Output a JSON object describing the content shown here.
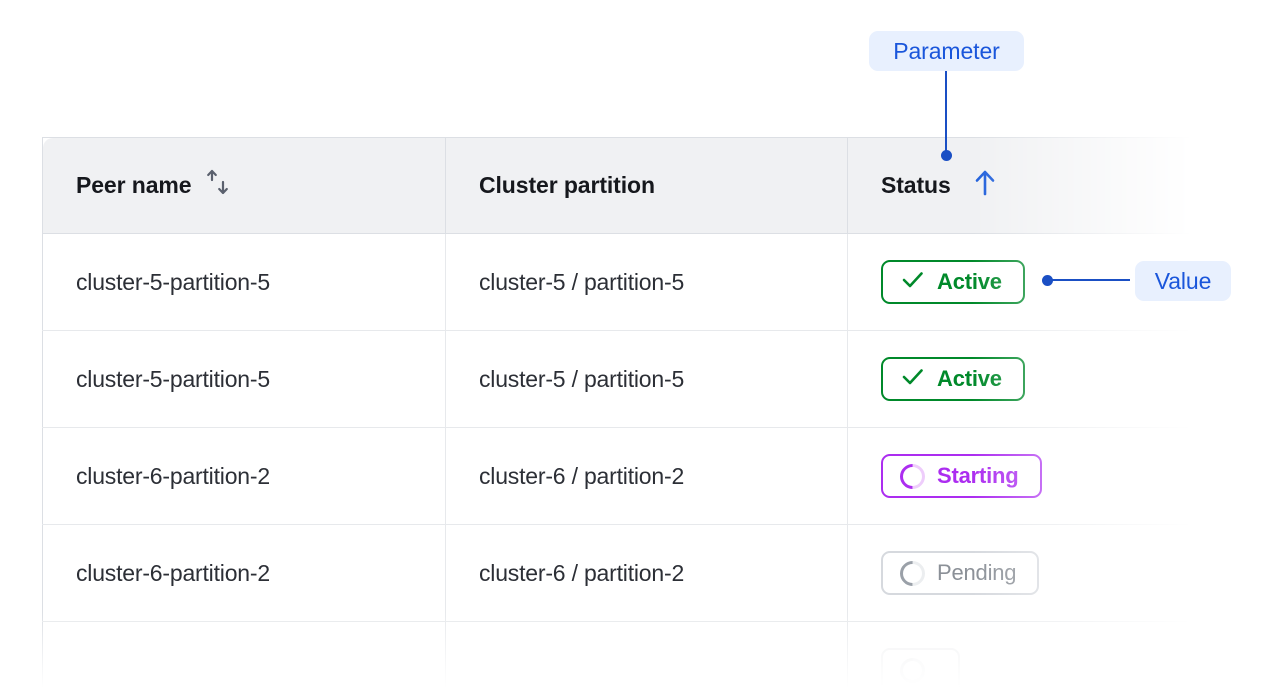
{
  "table": {
    "columns": [
      {
        "label": "Peer name",
        "sort_icon": "sort-updown-icon",
        "sort_state": "none"
      },
      {
        "label": "Cluster partition",
        "sort_icon": null,
        "sort_state": "none"
      },
      {
        "label": "Status",
        "sort_icon": "arrow-up-icon",
        "sort_state": "ascending"
      }
    ],
    "rows": [
      {
        "peer_name": "cluster-5-partition-5",
        "cluster_partition": "cluster-5 / partition-5",
        "status": "Active",
        "status_icon": "check-icon",
        "status_variant": "active",
        "dimmed": false
      },
      {
        "peer_name": "cluster-5-partition-5",
        "cluster_partition": "cluster-5 / partition-5",
        "status": "Active",
        "status_icon": "check-icon",
        "status_variant": "active",
        "dimmed": false
      },
      {
        "peer_name": "cluster-6-partition-2",
        "cluster_partition": "cluster-6 / partition-2",
        "status": "Starting",
        "status_icon": "spinner-icon",
        "status_variant": "starting",
        "dimmed": false
      },
      {
        "peer_name": "cluster-6-partition-2",
        "cluster_partition": "cluster-6 / partition-2",
        "status": "Pending",
        "status_icon": "spinner-icon",
        "status_variant": "pending",
        "dimmed": true
      },
      {
        "peer_name": "",
        "cluster_partition": "",
        "status": "",
        "status_icon": "spinner-icon",
        "status_variant": "ghost",
        "dimmed": true
      }
    ]
  },
  "annotations": {
    "parameter": {
      "label": "Parameter",
      "points_to": "Status column header"
    },
    "value": {
      "label": "Value",
      "points_to": "Active status pill in first row"
    }
  },
  "colors": {
    "annotation_text": "#1a56db",
    "annotation_background": "#e8f0fe",
    "annotation_line": "#1a4fc4",
    "status_active": "#00892a",
    "status_starting": "#ac2df0",
    "status_pending": "#8b9097",
    "header_background": "#f0f1f3",
    "border": "#dcdfe4"
  }
}
